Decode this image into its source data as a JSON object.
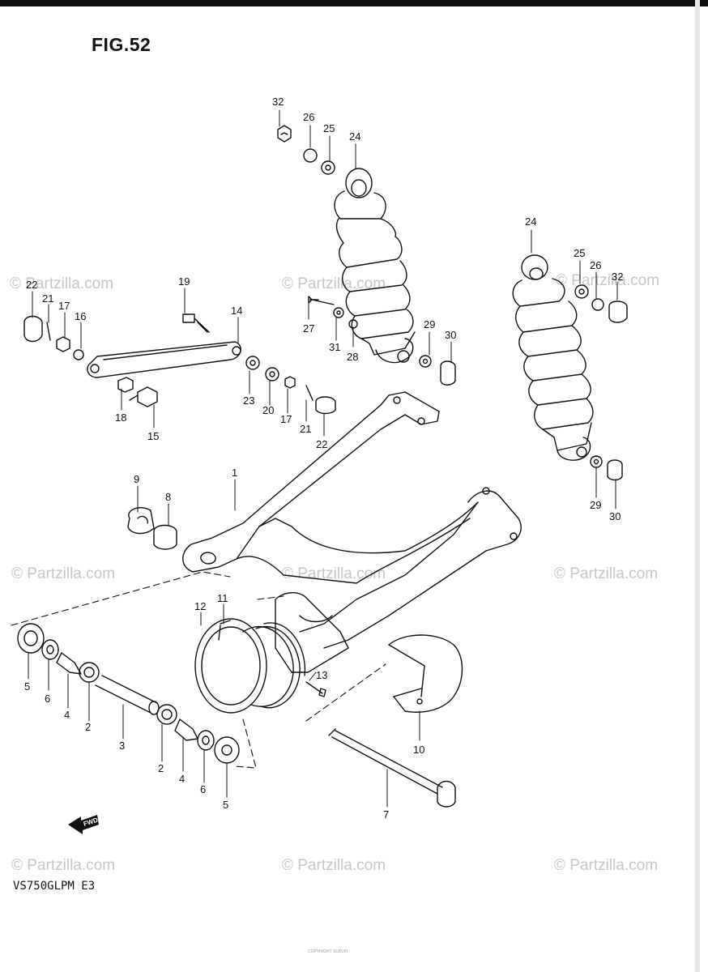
{
  "figure_title": "FIG.52",
  "model_code": "VS750GLPM E3",
  "fwd_label": "FWD",
  "watermark": "© Partzilla.com",
  "footer_note": "COPYRIGHT SUZUKI",
  "callouts": [
    {
      "id": "c32a",
      "text": "32"
    },
    {
      "id": "c26a",
      "text": "26"
    },
    {
      "id": "c25a",
      "text": "25"
    },
    {
      "id": "c24a",
      "text": "24"
    },
    {
      "id": "c24b",
      "text": "24"
    },
    {
      "id": "c25b",
      "text": "25"
    },
    {
      "id": "c26b",
      "text": "26"
    },
    {
      "id": "c32b",
      "text": "32"
    },
    {
      "id": "c22a",
      "text": "22"
    },
    {
      "id": "c21a",
      "text": "21"
    },
    {
      "id": "c17a",
      "text": "17"
    },
    {
      "id": "c16",
      "text": "16"
    },
    {
      "id": "c19",
      "text": "19"
    },
    {
      "id": "c14",
      "text": "14"
    },
    {
      "id": "c27",
      "text": "27"
    },
    {
      "id": "c31",
      "text": "31"
    },
    {
      "id": "c28",
      "text": "28"
    },
    {
      "id": "c29a",
      "text": "29"
    },
    {
      "id": "c30a",
      "text": "30"
    },
    {
      "id": "c23",
      "text": "23"
    },
    {
      "id": "c20",
      "text": "20"
    },
    {
      "id": "c17b",
      "text": "17"
    },
    {
      "id": "c21b",
      "text": "21"
    },
    {
      "id": "c22b",
      "text": "22"
    },
    {
      "id": "c18",
      "text": "18"
    },
    {
      "id": "c15",
      "text": "15"
    },
    {
      "id": "c29b",
      "text": "29"
    },
    {
      "id": "c30b",
      "text": "30"
    },
    {
      "id": "c1",
      "text": "1"
    },
    {
      "id": "c9",
      "text": "9"
    },
    {
      "id": "c8",
      "text": "8"
    },
    {
      "id": "c12",
      "text": "12"
    },
    {
      "id": "c11",
      "text": "11"
    },
    {
      "id": "c13",
      "text": "13"
    },
    {
      "id": "c10",
      "text": "10"
    },
    {
      "id": "c5a",
      "text": "5"
    },
    {
      "id": "c6a",
      "text": "6"
    },
    {
      "id": "c4a",
      "text": "4"
    },
    {
      "id": "c2a",
      "text": "2"
    },
    {
      "id": "c3",
      "text": "3"
    },
    {
      "id": "c2b",
      "text": "2"
    },
    {
      "id": "c4b",
      "text": "4"
    },
    {
      "id": "c6b",
      "text": "6"
    },
    {
      "id": "c5b",
      "text": "5"
    },
    {
      "id": "c7",
      "text": "7"
    }
  ]
}
